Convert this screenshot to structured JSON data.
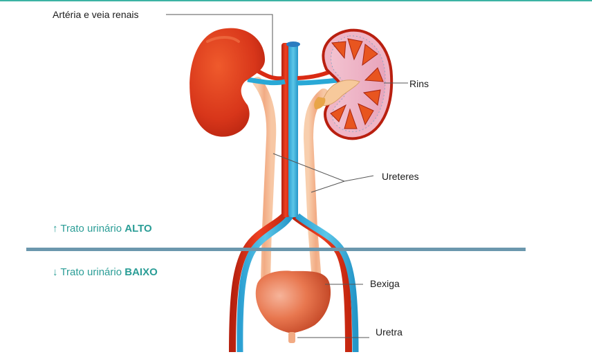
{
  "labels": {
    "artery_vein": "Artéria e veia renais",
    "kidneys": "Rins",
    "ureters": "Ureteres",
    "bladder": "Bexiga",
    "urethra": "Uretra"
  },
  "upper_tract": {
    "arrow": "↑",
    "text": "Trato urinário",
    "bold": "ALTO"
  },
  "lower_tract": {
    "arrow": "↓",
    "text": "Trato urinário",
    "bold": "BAIXO"
  },
  "colors": {
    "accent": "#2a9d96",
    "divider": "#6b97ad",
    "artery": "#d92b14",
    "vein": "#29a8d6",
    "ureter": "#f4b48e",
    "kidney": "#d63a1a",
    "bladder": "#e06b45"
  }
}
